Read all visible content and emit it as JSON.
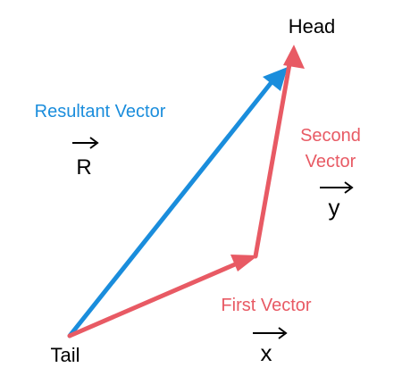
{
  "labels": {
    "head": "Head",
    "tail": "Tail",
    "resultant": "Resultant Vector",
    "second_line1": "Second",
    "second_line2": "Vector",
    "first": "First Vector"
  },
  "symbols": {
    "resultant": "R",
    "second": "y",
    "first": "x"
  },
  "colors": {
    "resultant": "#1a8ddc",
    "component": "#e85a64",
    "text": "#000000",
    "background": "#ffffff"
  }
}
